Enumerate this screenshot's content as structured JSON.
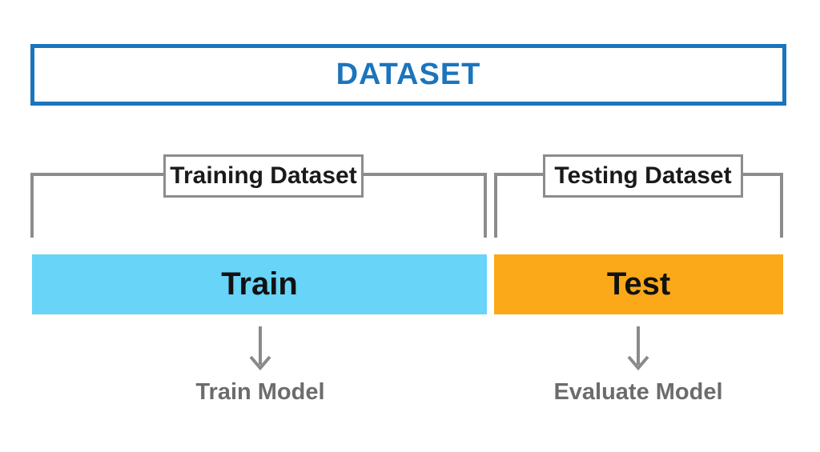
{
  "title_box": {
    "label": "DATASET"
  },
  "colors": {
    "primary_blue": "#1B75BC",
    "train_bar": "#67D4F8",
    "test_bar": "#FBA919",
    "line_gray": "#8C8C8C",
    "muted_text_gray": "#6C6C6C",
    "label_text_black": "#111111"
  },
  "splits": [
    {
      "bracket_label": "Training Dataset",
      "bar_label": "Train",
      "result_label": "Train Model"
    },
    {
      "bracket_label": "Testing Dataset",
      "bar_label": "Test",
      "result_label": "Evaluate Model"
    }
  ]
}
